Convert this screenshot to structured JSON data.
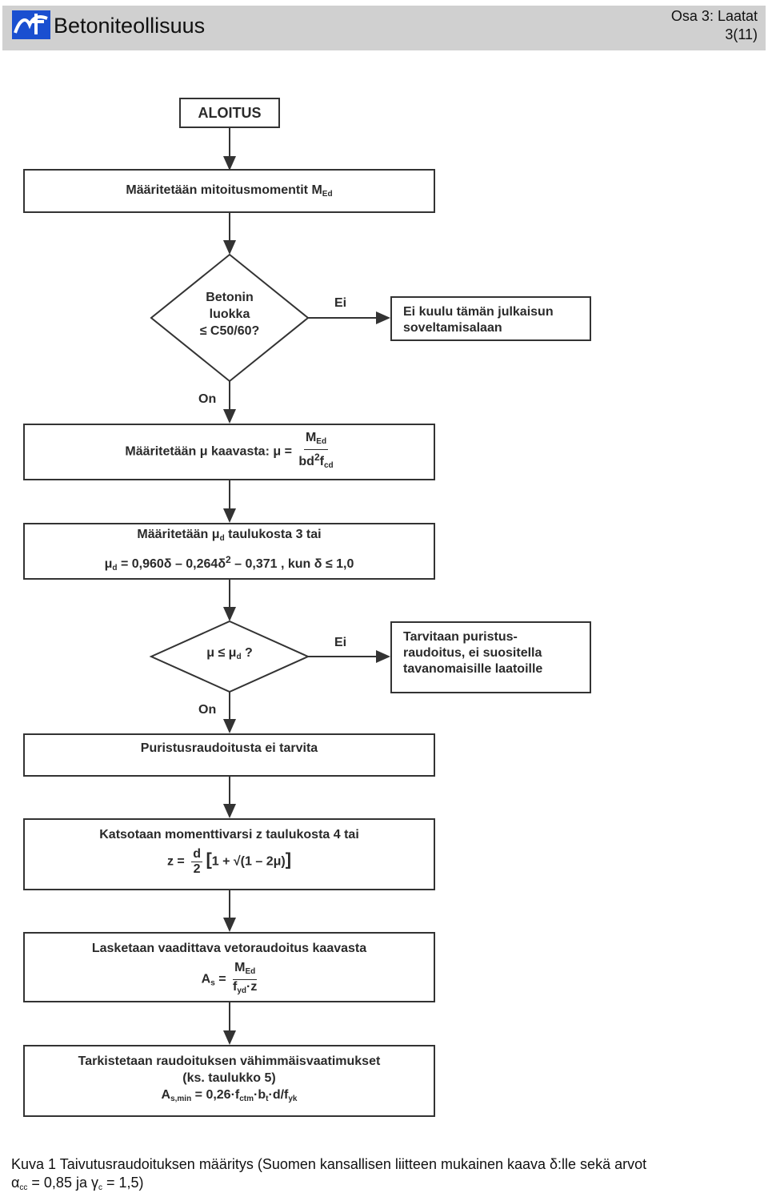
{
  "header": {
    "brand": "Betoniteollisuus",
    "section": "Osa 3: Laatat",
    "page": "3(11)",
    "logo_icon": "betoniteollisuus-logo",
    "brand_color": "#1a4fd0",
    "bar_color": "#d0d0d0"
  },
  "flowchart": {
    "start": "ALOITUS",
    "step1_text": "Määritetään mitoitusmomentit M",
    "step1_sub": "Ed",
    "decision1_line1": "Betonin",
    "decision1_line2": "luokka",
    "decision1_line3": "≤ C50/60?",
    "decision1_no": "Ei",
    "decision1_yes": "On",
    "out1_line1": "Ei kuulu tämän julkaisun",
    "out1_line2": "soveltamisalaan",
    "step2_text": "Määritetään μ kaavasta: μ =",
    "step2_num": "M",
    "step2_num_sub": "Ed",
    "step2_den": "bd",
    "step2_den_sup": "2",
    "step2_den_f": "f",
    "step2_den_sub": "cd",
    "step3_line1_a": "Määritetään μ",
    "step3_line1_sub": "d",
    "step3_line1_b": " taulukosta 3 tai",
    "step3_line2_a": "μ",
    "step3_line2_sub": "d",
    "step3_line2_b": " = 0,960δ – 0,264δ",
    "step3_line2_sup": "2",
    "step3_line2_c": " – 0,371 , kun δ ≤ 1,0",
    "decision2_a": "μ ≤ μ",
    "decision2_sub": "d",
    "decision2_b": " ?",
    "decision2_no": "Ei",
    "decision2_yes": "On",
    "out2_line1": "Tarvitaan puristus-",
    "out2_line2": "raudoitus, ei suositella",
    "out2_line3": "tavanomaisille laatoille",
    "step4_text": "Puristusraudoitusta ei tarvita",
    "step5_line1": "Katsotaan momenttivarsi z taulukosta 4 tai",
    "step5_lhs": "z =",
    "step5_num": "d",
    "step5_den": "2",
    "step5_rest": "1 + √(1 – 2μ)",
    "step6_line1": "Lasketaan vaadittava vetoraudoitus kaavasta",
    "step6_lhs": "A",
    "step6_lhs_sub": "s",
    "step6_eq": " =",
    "step6_num": "M",
    "step6_num_sub": "Ed",
    "step6_den_a": "f",
    "step6_den_sub": "yd",
    "step6_den_b": "·z",
    "step7_line1": "Tarkistetaan raudoituksen vähimmäisvaatimukset",
    "step7_line2": "(ks. taulukko 5)",
    "step7_a": "A",
    "step7_a_sub": "s,min",
    "step7_b": " = 0,26·f",
    "step7_b_sub": "ctm",
    "step7_c": "·b",
    "step7_c_sub": "t",
    "step7_d": "·d/f",
    "step7_d_sub": "yk"
  },
  "caption": {
    "line1": "Kuva 1 Taivutusraudoituksen määritys (Suomen kansallisen liitteen mukainen kaava δ:lle sekä arvot",
    "line2_a": "α",
    "line2_a_sub": "cc",
    "line2_b": " = 0,85 ja γ",
    "line2_b_sub": "c",
    "line2_c": " = 1,5)"
  }
}
